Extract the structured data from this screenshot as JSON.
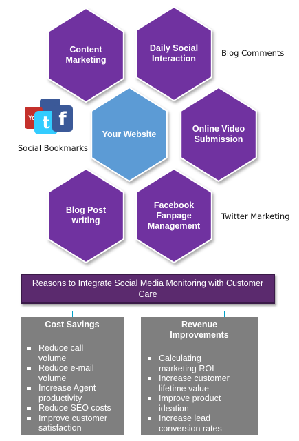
{
  "hexagons": [
    {
      "label": "Content\nMarketing",
      "color": "#7030a0"
    },
    {
      "label": "Daily Social\nInteraction",
      "color": "#7030a0"
    },
    {
      "label": "Your Website",
      "color": "#5b9bd5"
    },
    {
      "label": "Online Video\nSubmission",
      "color": "#7030a0"
    },
    {
      "label": "Blog Post\nwriting",
      "color": "#7030a0"
    },
    {
      "label": "Facebook\nFanpage\nManagement",
      "color": "#7030a0"
    }
  ],
  "side_labels": {
    "blog_comments": "Blog Comments",
    "social_bookmarks": "Social Bookmarks",
    "twitter_marketing": "Twitter Marketing"
  },
  "social_icons": [
    "youtube-icon",
    "twitter-icon",
    "facebook-icon",
    "delicious-icon"
  ],
  "title": "Reasons to Integrate Social Media Monitoring with Customer Care",
  "cost_savings": {
    "heading": "Cost Savings",
    "items": [
      "Reduce call\nvolume",
      "Reduce e-mail\nvolume",
      "Increase Agent\nproductivity",
      "Reduce SEO costs",
      "Improve customer\nsatisfaction"
    ]
  },
  "revenue": {
    "heading": "Revenue\nImprovements",
    "items": [
      "Calculating\nmarketing ROI",
      "Increase customer\nlifetime value",
      "Improve product\nideation",
      "Increase lead\nconversion rates"
    ]
  },
  "colors": {
    "purple": "#7030a0",
    "blue": "#5b9bd5",
    "title_bg": "#5b2a6e",
    "panel_bg": "#7f7f7f",
    "connector": "#00a0c6"
  }
}
